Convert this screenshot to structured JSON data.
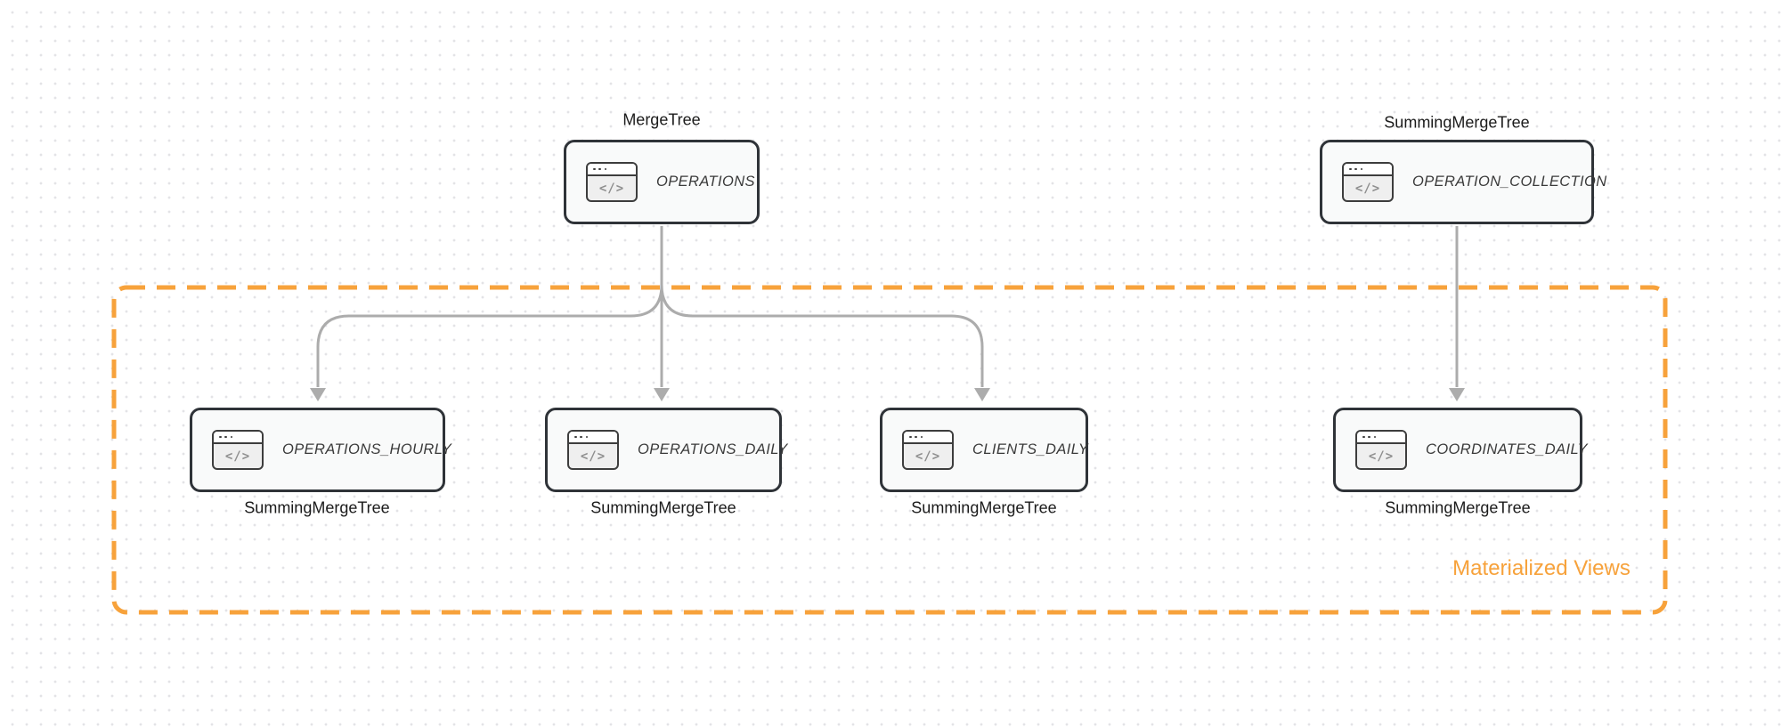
{
  "colors": {
    "accent_orange": "#f7a23b",
    "arrow_gray": "#acacac",
    "node_border": "#2f3338",
    "node_fill": "#f9fafa",
    "canvas_dot": "#e3e3e6"
  },
  "icon": {
    "name": "code-window-icon",
    "glyph": "</>"
  },
  "group": {
    "label": "Materialized Views"
  },
  "nodes": {
    "operations": {
      "table": "OPERATIONS",
      "engine": "MergeTree"
    },
    "operation_collection": {
      "table": "OPERATION_COLLECTION",
      "engine": "SummingMergeTree"
    },
    "operations_hourly": {
      "table": "OPERATIONS_HOURLY",
      "engine": "SummingMergeTree"
    },
    "operations_daily": {
      "table": "OPERATIONS_DAILY",
      "engine": "SummingMergeTree"
    },
    "clients_daily": {
      "table": "CLIENTS_DAILY",
      "engine": "SummingMergeTree"
    },
    "coordinates_daily": {
      "table": "COORDINATES_DAILY",
      "engine": "SummingMergeTree"
    }
  },
  "edges": [
    {
      "from": "OPERATIONS",
      "to": "OPERATIONS_HOURLY"
    },
    {
      "from": "OPERATIONS",
      "to": "OPERATIONS_DAILY"
    },
    {
      "from": "OPERATIONS",
      "to": "CLIENTS_DAILY"
    },
    {
      "from": "OPERATION_COLLECTION",
      "to": "COORDINATES_DAILY"
    }
  ]
}
